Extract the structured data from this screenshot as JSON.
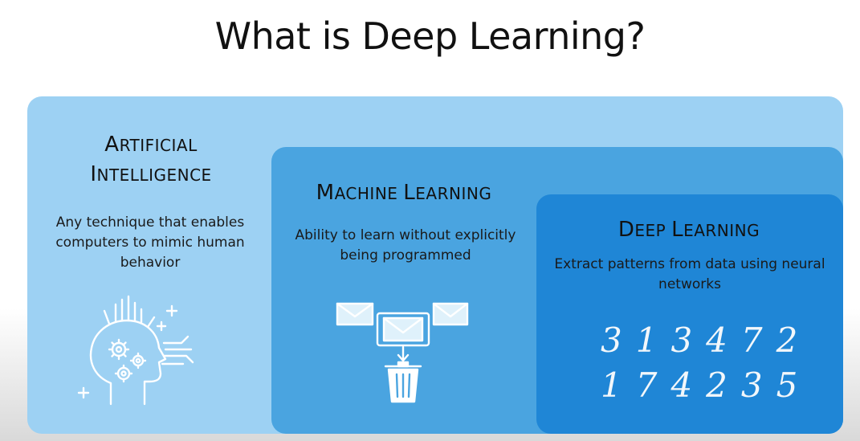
{
  "title": "What is Deep Learning?",
  "ai": {
    "heading_line1_cap": "A",
    "heading_line1_rest": "RTIFICIAL",
    "heading_line2_cap": "I",
    "heading_line2_rest": "NTELLIGENCE",
    "description": "Any technique that enables computers to mimic human behavior",
    "icon": "head-gears-icon"
  },
  "ml": {
    "heading_cap1": "M",
    "heading_rest1": "ACHINE ",
    "heading_cap2": "L",
    "heading_rest2": "EARNING",
    "description": "Ability to learn without explicitly being programmed",
    "icon": "mail-filter-trash-icon"
  },
  "dl": {
    "heading_cap1": "D",
    "heading_rest1": "EEP ",
    "heading_cap2": "L",
    "heading_rest2": "EARNING",
    "description": "Extract patterns from data using neural networks",
    "digits_row1": "313472",
    "digits_row2": "174235"
  },
  "colors": {
    "ai_box": "#9dd1f3",
    "ml_box": "#4aa4e0",
    "dl_box": "#1f86d6"
  }
}
